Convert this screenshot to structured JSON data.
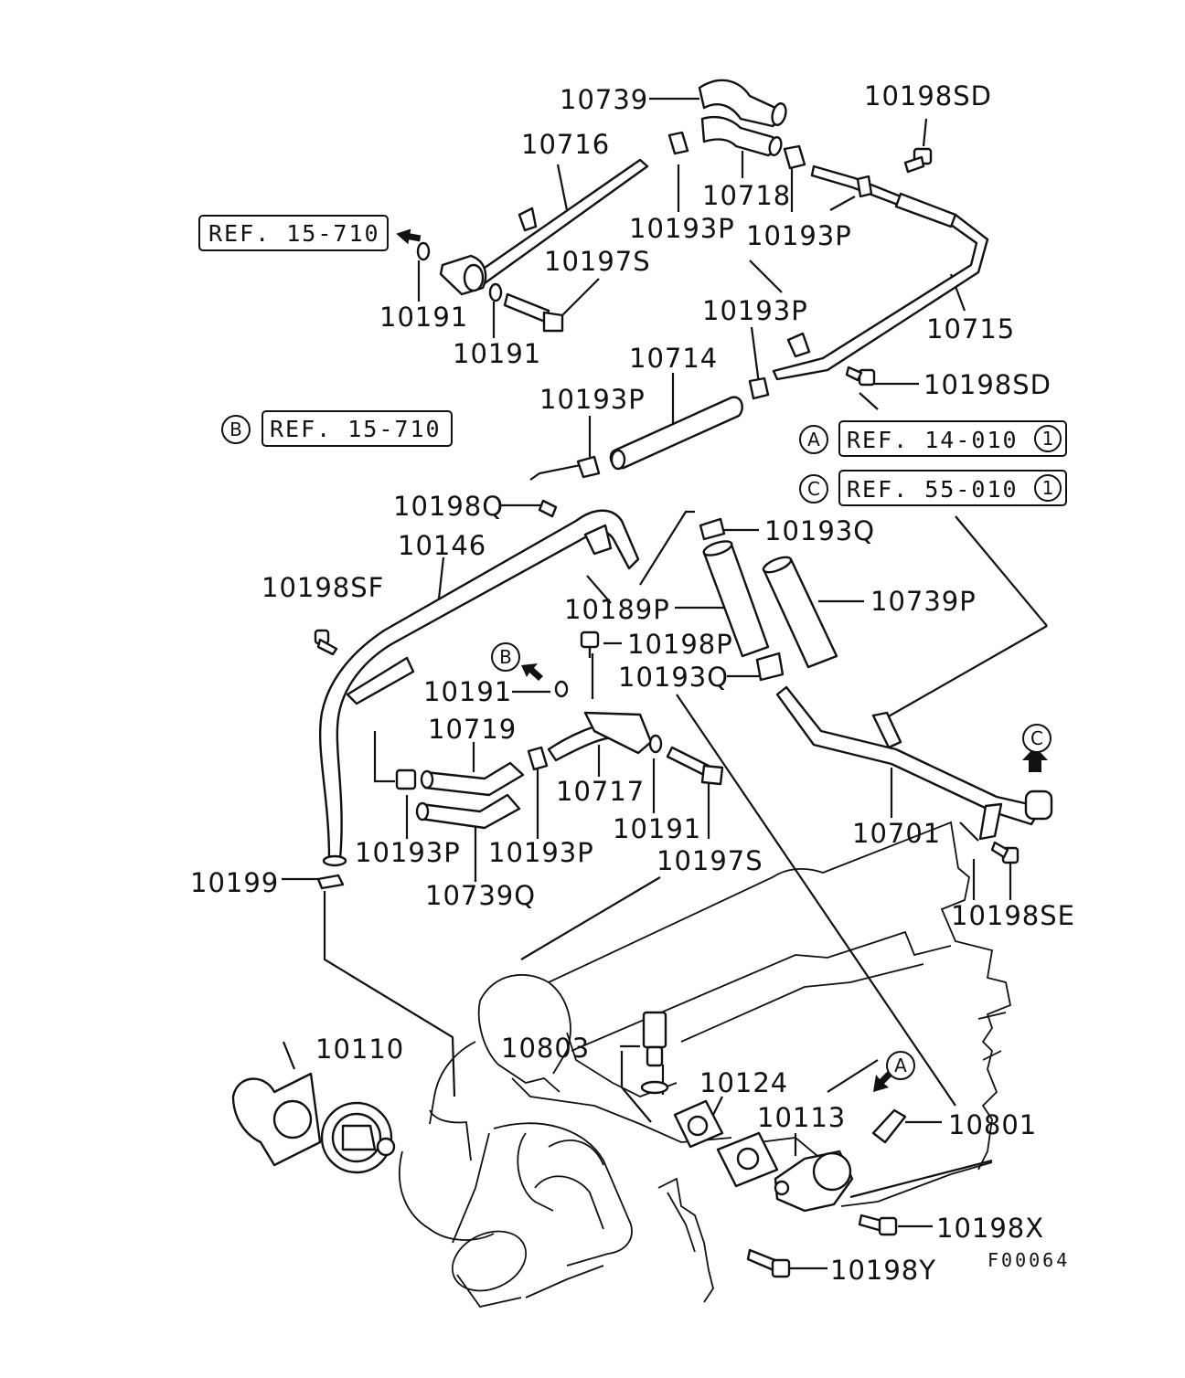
{
  "figure_code": "F00064",
  "refs": {
    "ref_15_710_top": "REF. 15-710",
    "ref_15_710_b": "REF. 15-710",
    "ref_14_010": "REF. 14-010",
    "ref_55_010": "REF. 55-010",
    "sheet_1": "1",
    "marker_a": "A",
    "marker_b": "B",
    "marker_c": "C"
  },
  "labels": {
    "p10739": "10739",
    "p10716": "10716",
    "p10718": "10718",
    "p10198SD_top": "10198SD",
    "p10193P_1": "10193P",
    "p10193P_2": "10193P",
    "p10197S_top": "10197S",
    "p10191_a": "10191",
    "p10191_b": "10191",
    "p10193P_3": "10193P",
    "p10715": "10715",
    "p10714": "10714",
    "p10193P_4": "10193P",
    "p10198SD_mid": "10198SD",
    "p10198Q": "10198Q",
    "p10146": "10146",
    "p10193Q_top": "10193Q",
    "p10198SF": "10198SF",
    "p10189P": "10189P",
    "p10739P": "10739P",
    "p10198P": "10198P",
    "p10191_c": "10191",
    "p10193Q_bottom": "10193Q",
    "p10719": "10719",
    "p10717": "10717",
    "p10191_d": "10191",
    "p10193P_5": "10193P",
    "p10193P_6": "10193P",
    "p10197S_bottom": "10197S",
    "p10701": "10701",
    "p10739Q": "10739Q",
    "p10199": "10199",
    "p10198SE": "10198SE",
    "p10110": "10110",
    "p10803": "10803",
    "p10124": "10124",
    "p10113": "10113",
    "p10801": "10801",
    "p10198X": "10198X",
    "p10198Y": "10198Y"
  }
}
